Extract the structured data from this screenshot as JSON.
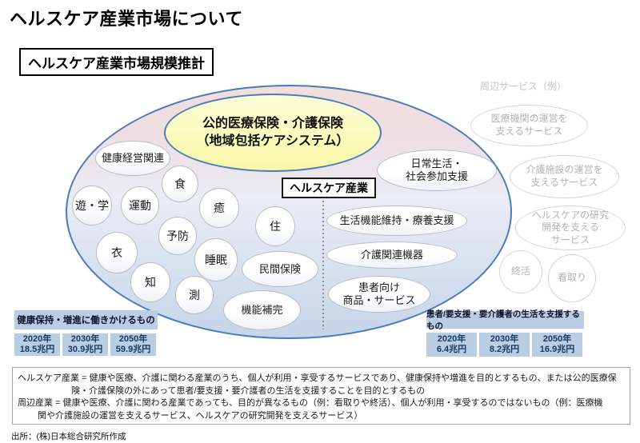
{
  "header": {
    "title": "ヘルスケア産業市場について",
    "section_label": "ヘルスケア産業市場規模推計"
  },
  "diagram": {
    "public_insurance": {
      "line1": "公的医療保険・介護保険",
      "line2": "（地域包括ケアシステム）"
    },
    "industry_label": "ヘルスケア産業",
    "peripheral_label": "周辺サービス（例）",
    "left_bubbles": [
      "健康経営関連",
      "遊・学",
      "運動",
      "食",
      "癒",
      "衣",
      "予防",
      "住",
      "睡眠",
      "知",
      "測",
      "民間保険",
      "機能補完"
    ],
    "right_bubbles": [
      {
        "line1": "日常生活・",
        "line2": "社会参加支援"
      },
      {
        "line1": "生活機能維持・療養支援"
      },
      {
        "line1": "介護関連機器"
      },
      {
        "line1": "患者向け",
        "line2": "商品・サービス"
      }
    ],
    "grey_bubbles": [
      {
        "line1": "医療機関の運営を",
        "line2": "支えるサービス"
      },
      {
        "line1": "介護施設の運営を",
        "line2": "支えるサービス"
      },
      {
        "line1": "ヘルスケアの研究",
        "line2": "開発を支える",
        "line3": "サービス"
      },
      {
        "line1": "終活"
      },
      {
        "line1": "看取り"
      }
    ]
  },
  "tables": {
    "left": {
      "title": "健康保持・増進に働きかけるもの",
      "columns": [
        {
          "year": "2020年",
          "value": "18.5兆円"
        },
        {
          "year": "2030年",
          "value": "30.9兆円"
        },
        {
          "year": "2050年",
          "value": "59.9兆円"
        }
      ]
    },
    "right": {
      "title": "患者/要支援・要介護者の生活を支援するもの",
      "columns": [
        {
          "year": "2020年",
          "value": "6.4兆円"
        },
        {
          "year": "2030年",
          "value": "8.2兆円"
        },
        {
          "year": "2050年",
          "value": "16.9兆円"
        }
      ]
    }
  },
  "notes": {
    "line1": "ヘルスケア産業 = 健康や医療、介護に関わる産業のうち、個人が利用・享受するサービスであり、健康保持や増進を目的とするもの、または公的医療保",
    "line2": "険・介護保険の外にあって患者/要支援・要介護者の生活を支援することを目的とするもの",
    "line3": "周辺産業 = 健康や医療、介護に関わる産業であっても、目的が異なるもの（例：看取りや終活）、個人が利用・享受するのではないもの（例：医療機",
    "line4": "関や介護施設の運営を支えるサービス、ヘルスケアの研究開発を支えるサービス）"
  },
  "source": "出所：(株)日本総合研究所作成",
  "colors": {
    "ellipse_border": "#4a7cb8",
    "yellow_fill": "#fafab0",
    "table_fill": "#b9cde5",
    "table_text": "#17375e",
    "grey_text": "#b2b2b2",
    "gradient_top_pink": "#f2dedb",
    "gradient_bottom_blue": "#c6d4e9"
  }
}
